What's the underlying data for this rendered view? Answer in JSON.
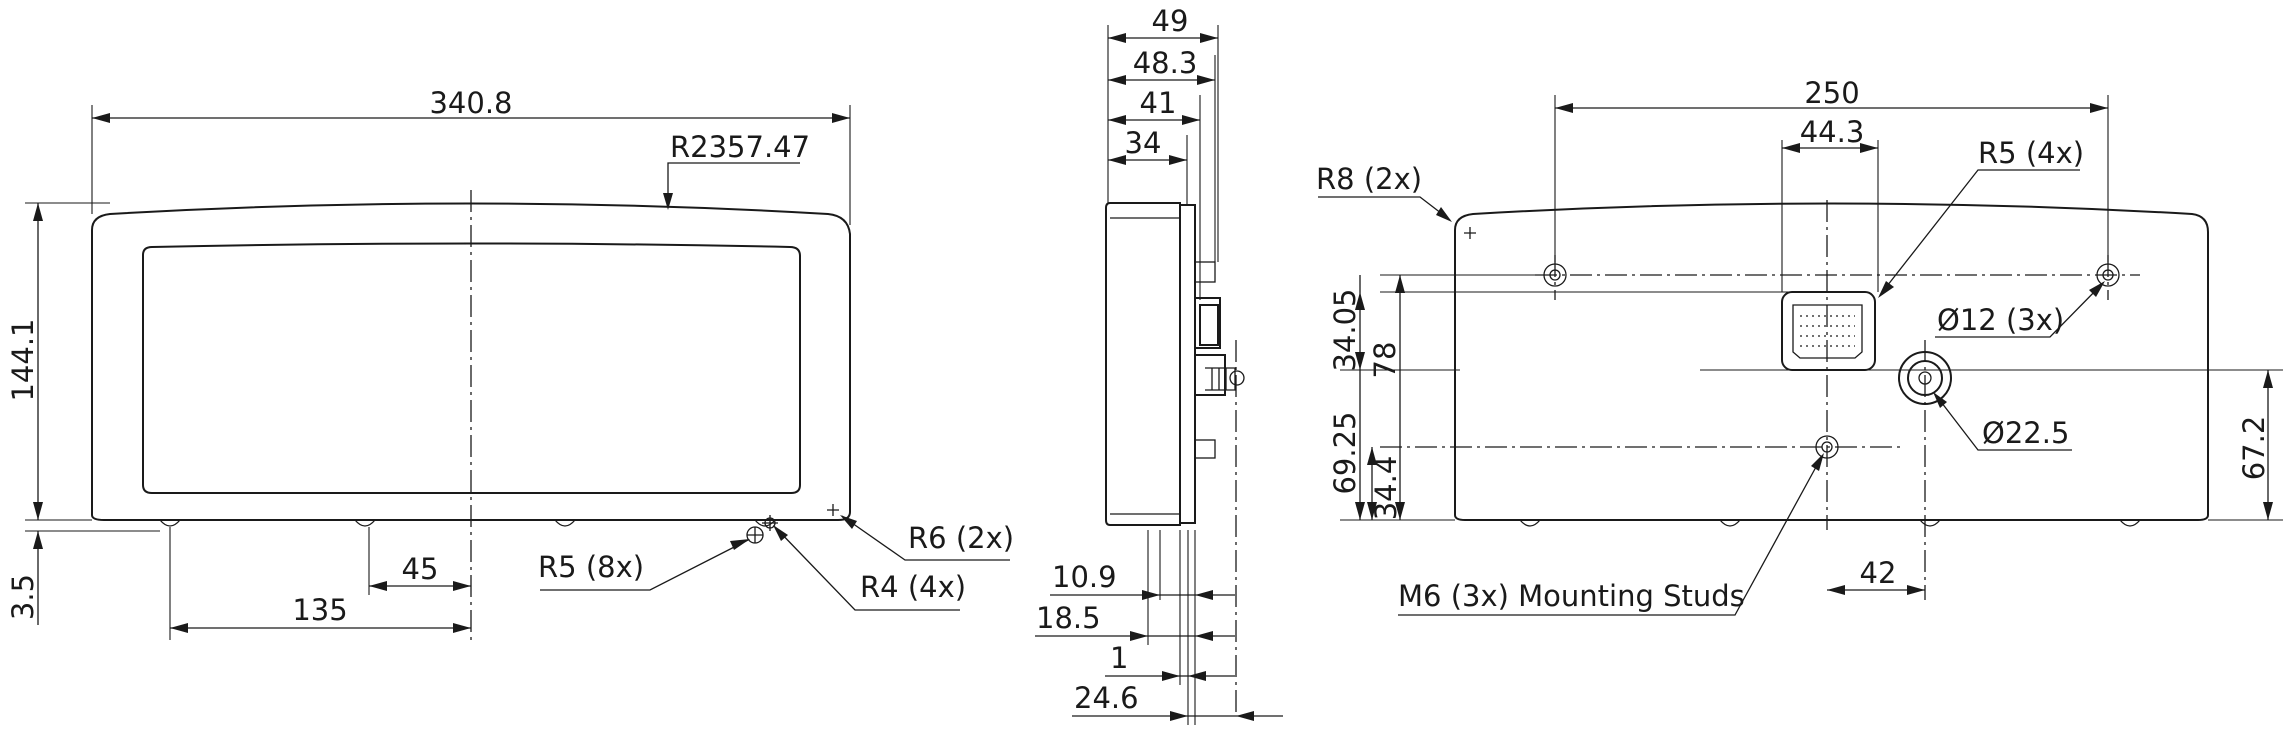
{
  "front_view": {
    "width": "340.8",
    "top_radius": "R2357.47",
    "height": "144.1",
    "foot_height": "3.5",
    "stud_spacing": "45",
    "stud_offset": "135",
    "radius_r5": "R5 (8x)",
    "radius_r6": "R6 (2x)",
    "radius_r4": "R4 (4x)"
  },
  "side_view": {
    "d49": "49",
    "d48_3": "48.3",
    "d41": "41",
    "d34": "34",
    "d10_9": "10.9",
    "d18_5": "18.5",
    "d1": "1",
    "d24_6": "24.6"
  },
  "rear_view": {
    "hole_spacing": "250",
    "connector_width": "44.3",
    "r8": "R8 (2x)",
    "r5": "R5 (4x)",
    "dia12": "Ø12 (3x)",
    "dia22_5": "Ø22.5",
    "d34_05": "34.05",
    "d78": "78",
    "d69_25": "69.25",
    "d34_4": "34.4",
    "d67_2": "67.2",
    "d42": "42",
    "studs": "M6 (3x) Mounting Studs"
  }
}
